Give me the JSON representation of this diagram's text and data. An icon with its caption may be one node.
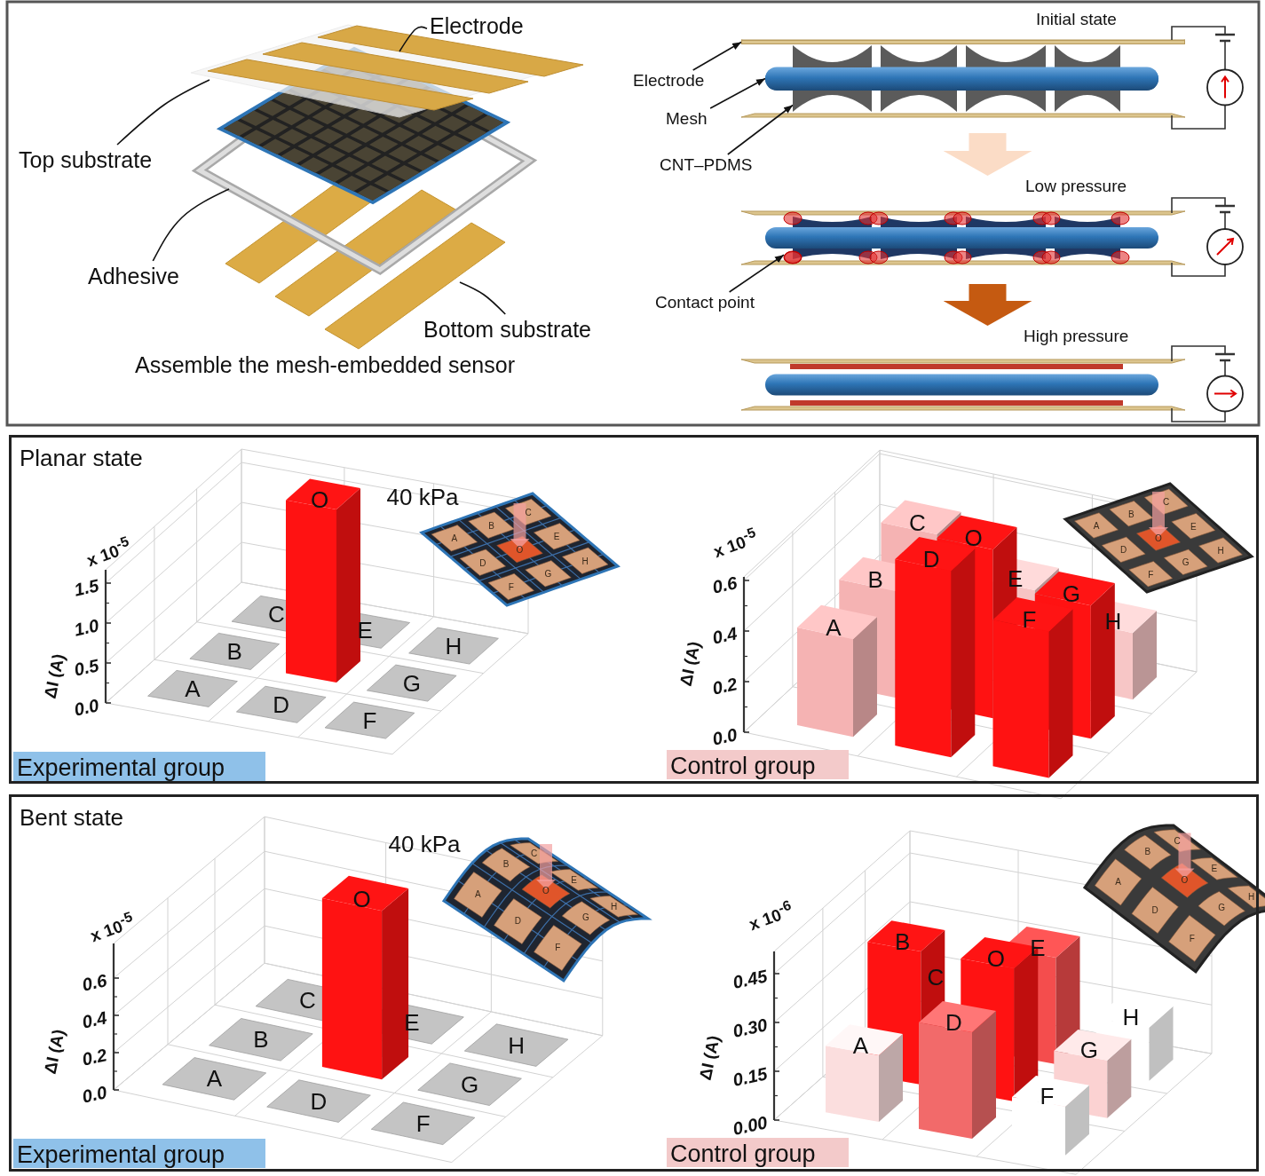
{
  "diagram": {
    "nodes": [
      {
        "text": [
          "Electrode"
        ]
      },
      {
        "text": [
          "Top substrate"
        ]
      },
      {
        "text": [
          "Adhesive"
        ]
      },
      {
        "text": [
          "Bottom substrate"
        ]
      },
      {
        "text": [
          "Electrode"
        ]
      },
      {
        "text": [
          "Mesh"
        ]
      },
      {
        "text": [
          "CNT–PDMS"
        ]
      },
      {
        "text": [
          "Initial state"
        ]
      },
      {
        "text": [
          "Low pressure"
        ]
      },
      {
        "text": [
          "High pressure"
        ]
      },
      {
        "text": [
          "Contact point"
        ]
      },
      {
        "text": [
          "Planar state"
        ]
      },
      {
        "text": [
          "Experimental group"
        ],
        "in": 11
      },
      {
        "text": [
          "Control group"
        ],
        "in": 11
      },
      {
        "text": [
          "Bent state"
        ]
      },
      {
        "text": [
          "Experimental group"
        ],
        "in": 14
      },
      {
        "text": [
          "Control group"
        ],
        "in": 14
      },
      {
        "text": [],
        "shape": "bar",
        "in": 7
      },
      {
        "text": [],
        "shape": "cylinder",
        "in": 7
      },
      {
        "text": [],
        "shape": "box",
        "in": 7
      },
      {
        "text": [],
        "shape": "circle",
        "in": 8
      }
    ],
    "edges": [
      {
        "from": 0,
        "to": null,
        "arrow": "none"
      },
      {
        "from": 1,
        "to": null,
        "arrow": "none"
      },
      {
        "from": 2,
        "to": null,
        "arrow": "none"
      },
      {
        "from": 3,
        "to": null,
        "arrow": "none"
      },
      {
        "from": 4,
        "to": 17,
        "arrow": "to"
      },
      {
        "from": 5,
        "to": 18,
        "arrow": "to"
      },
      {
        "from": 6,
        "to": 19,
        "arrow": "to"
      },
      {
        "from": 10,
        "to": 20,
        "arrow": "to"
      },
      {
        "from": 7,
        "to": 8,
        "arrow": "to",
        "style": "thick",
        "color": "#fbdcc6"
      },
      {
        "from": 8,
        "to": 9,
        "arrow": "to",
        "style": "thick",
        "color": "#c55a11"
      }
    ],
    "labels": [
      "Assemble the mesh-embedded sensor",
      "40 kPa",
      "A",
      "B",
      "C",
      "D",
      "O",
      "E",
      "F",
      "G",
      "H",
      "x 10$^{-5}$",
      "1.5",
      "1.0",
      "0.5",
      "0.0",
      "ΔI (A)",
      "A",
      "B",
      "C",
      "D",
      "O",
      "E",
      "F",
      "G",
      "H",
      "A",
      "B",
      "C",
      "D",
      "O",
      "E",
      "F",
      "G",
      "H",
      "x 10$^{-5}$",
      "0.6",
      "0.4",
      "0.2",
      "0.0",
      "ΔI (A)",
      "A",
      "B",
      "C",
      "D",
      "O",
      "E",
      "F",
      "G",
      "H",
      "40 kPa",
      "A",
      "B",
      "C",
      "D",
      "O",
      "E",
      "F",
      "G",
      "H",
      "x 10$^{-5}$",
      "0.6",
      "0.4",
      "0.2",
      "0.0",
      "ΔI (A)",
      "A",
      "B",
      "C",
      "D",
      "O",
      "E",
      "F",
      "G",
      "H",
      "A",
      "B",
      "C",
      "D",
      "O",
      "E",
      "F",
      "G",
      "H",
      "x 10$^{-6}$",
      "0.45",
      "0.30",
      "0.15",
      "0.00",
      "ΔI (A)",
      "A",
      "B",
      "C",
      "D",
      "O",
      "E",
      "F",
      "G",
      "H"
    ]
  }
}
